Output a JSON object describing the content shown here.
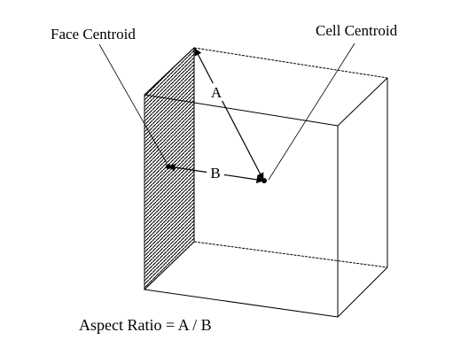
{
  "labels": {
    "face_centroid": "Face Centroid",
    "cell_centroid": "Cell Centroid",
    "distance_a": "A",
    "distance_b": "B",
    "aspect_ratio": "Aspect Ratio = A / B"
  },
  "colors": {
    "line": "#000000",
    "background": "#ffffff"
  }
}
